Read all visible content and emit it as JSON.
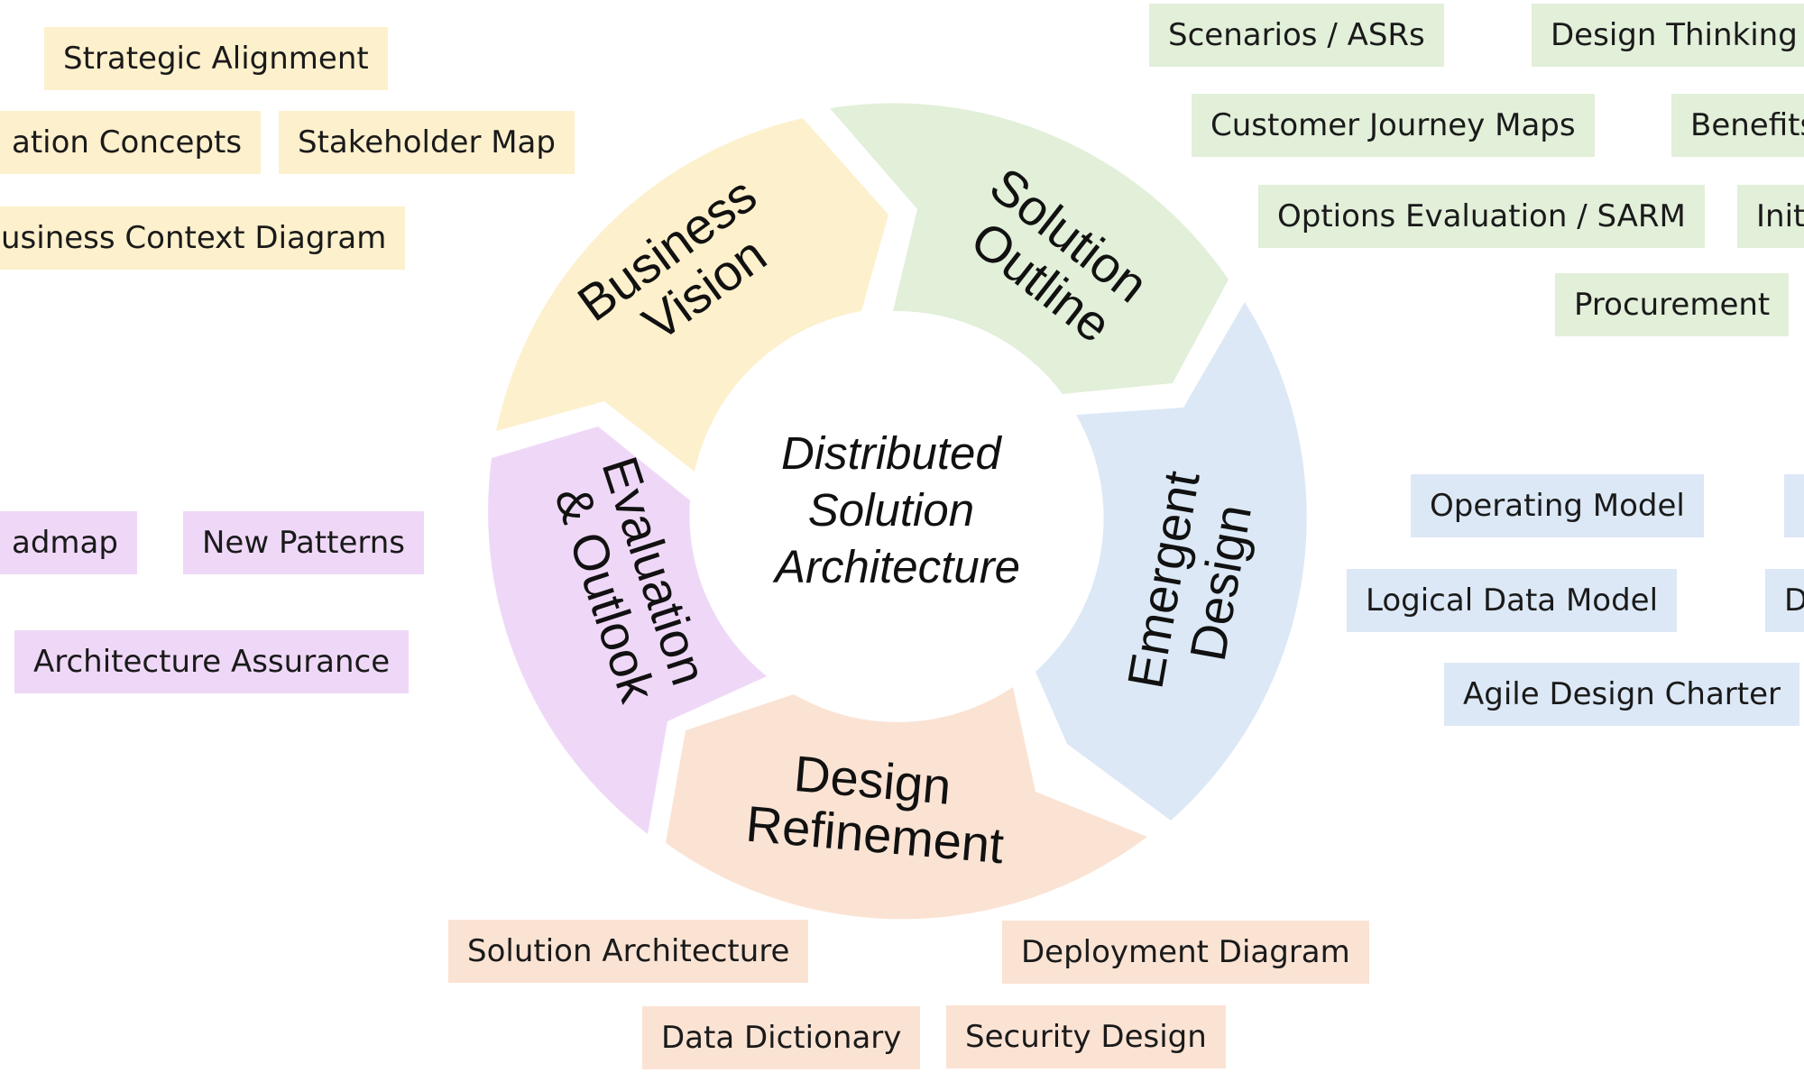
{
  "center": {
    "lines": [
      "Distributed",
      "Solution",
      "Architecture"
    ]
  },
  "segments": [
    {
      "id": "business-vision",
      "lines": [
        "Business",
        "Vision"
      ],
      "color": "#fdf0cc"
    },
    {
      "id": "solution-outline",
      "lines": [
        "Solution",
        "Outline"
      ],
      "color": "#e2efd9"
    },
    {
      "id": "emergent-design",
      "lines": [
        "Emergent",
        "Design"
      ],
      "color": "#dce8f6"
    },
    {
      "id": "design-refinement",
      "lines": [
        "Design",
        "Refinement"
      ],
      "color": "#fbe3d4"
    },
    {
      "id": "evaluation-outlook",
      "lines": [
        "Evaluation",
        "& Outlook"
      ],
      "color": "#efd8f7"
    }
  ],
  "tags": {
    "business_vision": [
      "Strategic Alignment",
      "ation Concepts",
      "Stakeholder Map",
      "usiness Context Diagram"
    ],
    "solution_outline": [
      "Scenarios / ASRs",
      "Design Thinking /",
      "Customer Journey Maps",
      "Benefits",
      "Options Evaluation / SARM",
      "Init",
      "Procurement"
    ],
    "emergent_design": [
      "Operating Model",
      "Logical Data Model",
      "D",
      "Agile Design Charter"
    ],
    "design_refinement": [
      "Solution Architecture",
      "Deployment Diagram",
      "Data Dictionary",
      "Security Design"
    ],
    "evaluation_outlook": [
      "admap",
      "New Patterns",
      "Architecture Assurance"
    ]
  }
}
